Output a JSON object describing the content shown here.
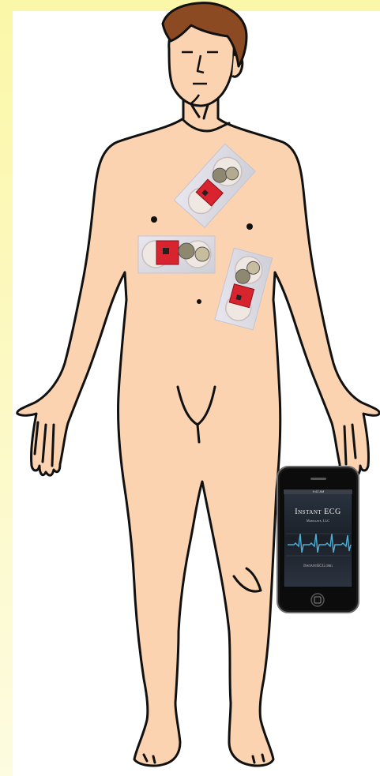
{
  "colors": {
    "frame_yellow": "#fbf7a8",
    "frame_yellow_light": "#fdfbd8",
    "skin": "#fbd3b1",
    "outline": "#111111",
    "hair": "#8b4a22",
    "pcb_red": "#d8242f",
    "phone_body": "#1a1a1a",
    "ecg_trace": "#4fb0d6"
  },
  "figure": {
    "description_icon": "human-figure-icon"
  },
  "sensors": [
    {
      "name": "sensor-patch-upper",
      "icon": "ecg-sensor-patch-icon"
    },
    {
      "name": "sensor-patch-left",
      "icon": "ecg-sensor-patch-icon"
    },
    {
      "name": "sensor-patch-right",
      "icon": "ecg-sensor-patch-icon"
    }
  ],
  "phone": {
    "status_time": "9:42 AM",
    "app_title": "Instant ECG",
    "app_subtitle": "Mobisante, LLC",
    "app_url": "InstantECG.org",
    "icon": "smartphone-icon"
  }
}
